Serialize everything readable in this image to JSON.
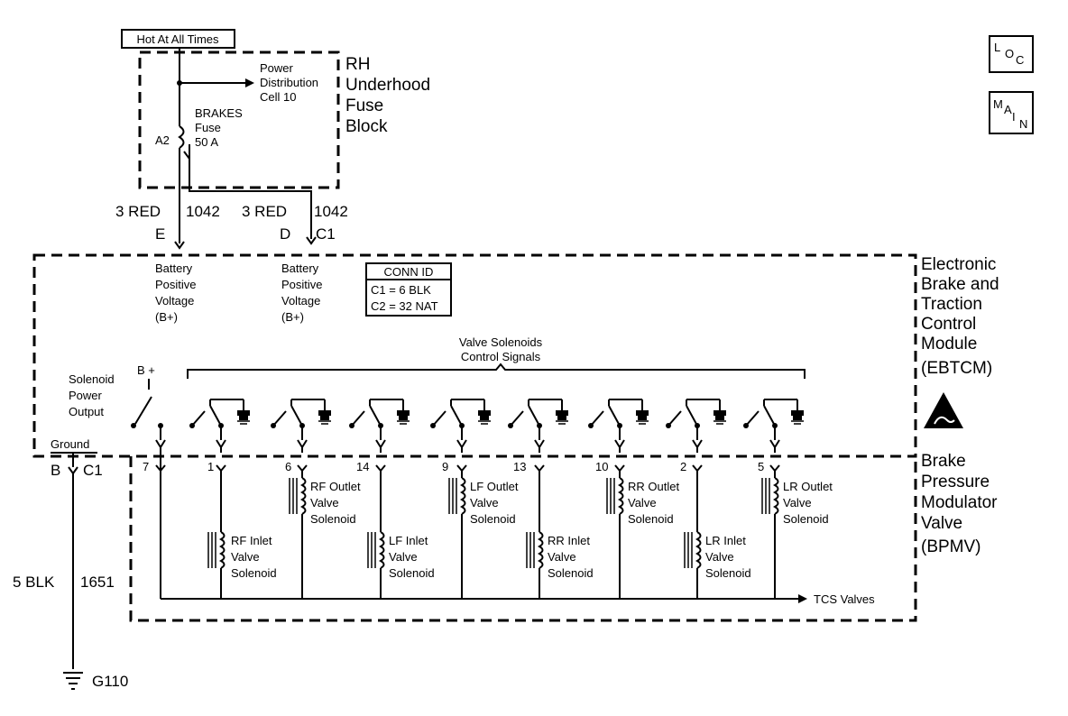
{
  "hot_label": "Hot At All Times",
  "fuse_block": {
    "title": [
      "RH",
      "Underhood",
      "Fuse",
      "Block"
    ],
    "power_dist": [
      "Power",
      "Distribution",
      "Cell 10"
    ],
    "fuse_label": [
      "BRAKES",
      "Fuse",
      "50 A"
    ],
    "fuse_pin": "A2"
  },
  "wires_top": {
    "left_color": "3 RED",
    "left_circuit": "1042",
    "right_color": "3 RED",
    "right_circuit": "1042",
    "pin_e": "E",
    "pin_d": "D",
    "connector": "C1"
  },
  "loc_icon": [
    "L",
    "O",
    "C"
  ],
  "main_icon": [
    "M",
    "A",
    "I",
    "N"
  ],
  "ebtcm": {
    "title": [
      "Electronic",
      "Brake and",
      "Traction",
      "Control",
      "Module",
      "(EBTCM)"
    ],
    "bpv1": [
      "Battery",
      "Positive",
      "Voltage",
      "(B+)"
    ],
    "bpv2": [
      "Battery",
      "Positive",
      "Voltage",
      "(B+)"
    ],
    "conn_id": [
      "CONN ID",
      "C1 = 6 BLK",
      "C2 = 32 NAT"
    ],
    "valve_signals": [
      "Valve Solenoids",
      "Control Signals"
    ],
    "solenoid_power": [
      "Solenoid",
      "Power",
      "Output"
    ],
    "b_plus": "B +",
    "ground": "Ground"
  },
  "bpmv": {
    "title": [
      "Brake",
      "Pressure",
      "Modulator",
      "Valve",
      "(BPMV)"
    ],
    "pins": [
      "7",
      "1",
      "6",
      "14",
      "9",
      "13",
      "10",
      "2",
      "5"
    ],
    "solenoids": [
      [
        "RF Inlet",
        "Valve",
        "Solenoid"
      ],
      [
        "RF Outlet",
        "Valve",
        "Solenoid"
      ],
      [
        "LF Inlet",
        "Valve",
        "Solenoid"
      ],
      [
        "LF Outlet",
        "Valve",
        "Solenoid"
      ],
      [
        "RR Inlet",
        "Valve",
        "Solenoid"
      ],
      [
        "RR Outlet",
        "Valve",
        "Solenoid"
      ],
      [
        "LR Inlet",
        "Valve",
        "Solenoid"
      ],
      [
        "LR Outlet",
        "Valve",
        "Solenoid"
      ]
    ],
    "tcs": "TCS Valves"
  },
  "ground_wire": {
    "pin_b": "B",
    "connector": "C1",
    "color": "5 BLK",
    "circuit": "1651",
    "ground_point": "G110"
  }
}
